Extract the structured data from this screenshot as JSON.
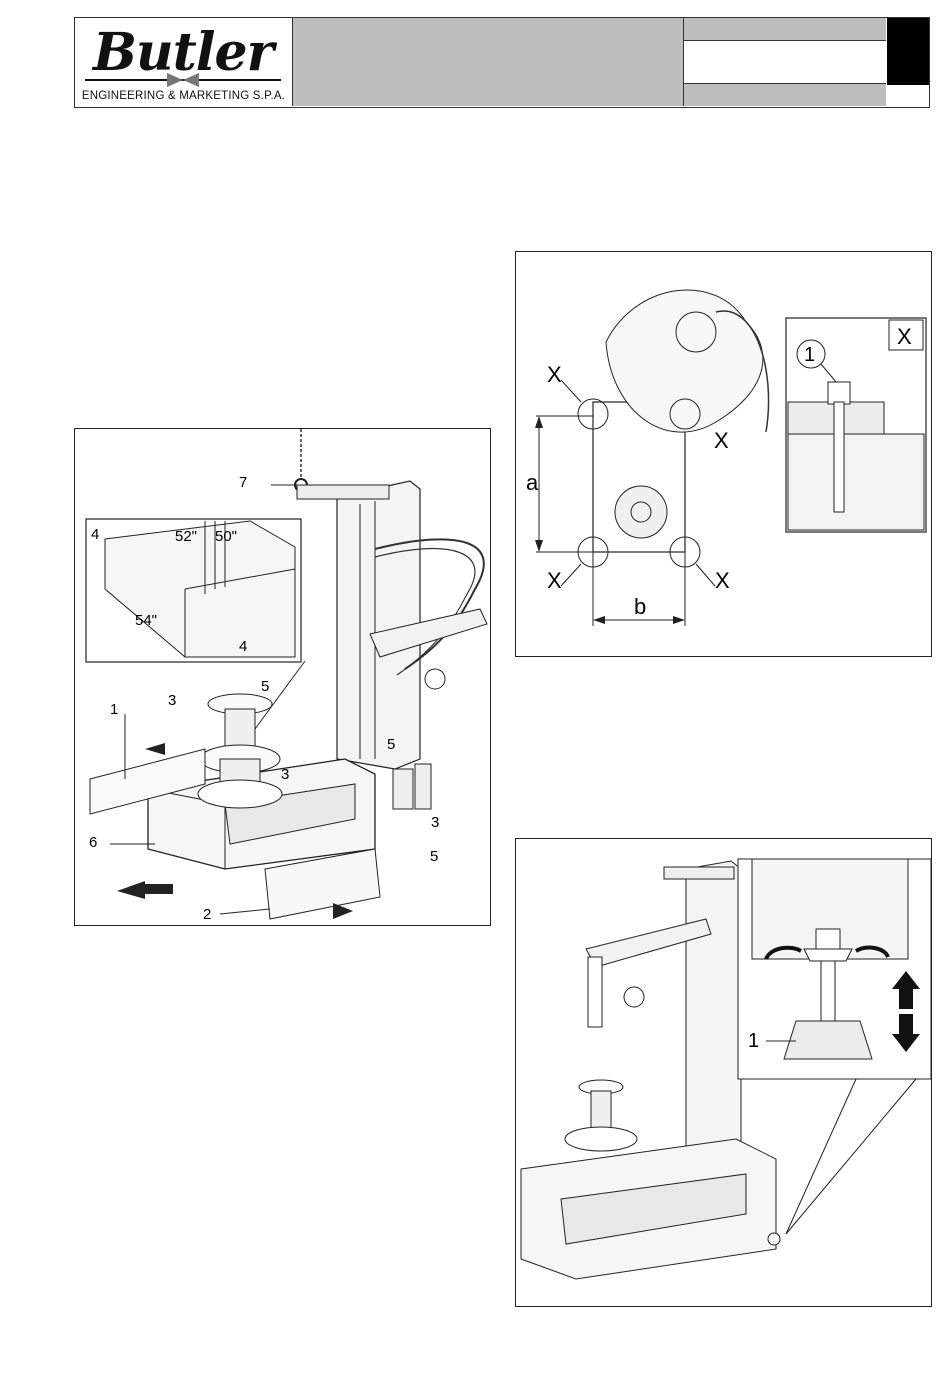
{
  "header": {
    "brand": "Butler",
    "tagline": "ENGINEERING & MARKETING S.P.A."
  },
  "figure_left": {
    "callouts": [
      "1",
      "2",
      "3",
      "3",
      "3",
      "4",
      "4",
      "5",
      "5",
      "5",
      "6",
      "7"
    ],
    "inset_labels": [
      "52\"",
      "50\"",
      "54\""
    ]
  },
  "figure_anchor": {
    "detail_letter": "X",
    "dimension_a": "a",
    "dimension_b": "b",
    "x_markers": [
      "X",
      "X",
      "X",
      "X"
    ],
    "detail_callout": "1"
  },
  "figure_level": {
    "callout": "1"
  }
}
